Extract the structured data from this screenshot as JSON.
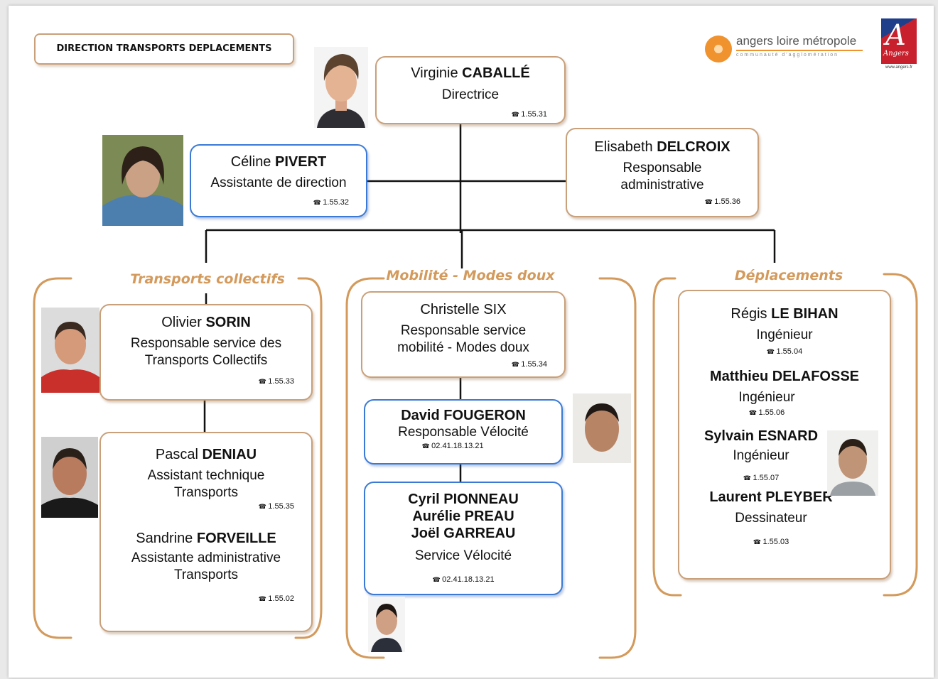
{
  "direction_label": "DIRECTION TRANSPORTS DEPLACEMENTS",
  "logo": {
    "name": "angers loire métropole",
    "subtitle": "communauté d'agglomération",
    "city_text": "Angers",
    "city_url": "www.angers.fr"
  },
  "colors": {
    "tan_border": "#c9a07a",
    "blue_border": "#3a7ad6",
    "section_title": "#d39a5c",
    "logo_orange": "#f0922e"
  },
  "phone_icon": "phone-icon",
  "director": {
    "first": "Virginie",
    "last": "CABALLÉ",
    "role": "Directrice",
    "phone": "1.55.31"
  },
  "assistant": {
    "first": "Céline",
    "last": "PIVERT",
    "role": "Assistante de direction",
    "phone": "1.55.32"
  },
  "admin": {
    "first": "Elisabeth",
    "last": "DELCROIX",
    "role_line1": "Responsable",
    "role_line2": "administrative",
    "phone": "1.55.36"
  },
  "sections": {
    "tc": {
      "title": "Transports collectifs",
      "sorin": {
        "first": "Olivier",
        "last": "SORIN",
        "role_line1": "Responsable service des",
        "role_line2": "Transports Collectifs",
        "phone": "1.55.33"
      },
      "deniau": {
        "first": "Pascal",
        "last": "DENIAU",
        "role_line1": "Assistant technique",
        "role_line2": "Transports",
        "phone": "1.55.35"
      },
      "forveille": {
        "first": "Sandrine",
        "last": "FORVEILLE",
        "role_line1": "Assistante administrative",
        "role_line2": "Transports",
        "phone": "1.55.02"
      }
    },
    "md": {
      "title": "Mobilité - Modes doux",
      "six": {
        "first": "Christelle",
        "last": "SIX",
        "role_line1": "Responsable service",
        "role_line2": "mobilité - Modes doux",
        "phone": "1.55.34"
      },
      "fougeron": {
        "first": "David",
        "last": "FOUGERON",
        "role": "Responsable Vélocité",
        "phone": "02.41.18.13.21"
      },
      "velocite": {
        "names": [
          "Cyril PIONNEAU",
          "Aurélie PREAU",
          "Joël GARREAU"
        ],
        "role": "Service Vélocité",
        "phone": "02.41.18.13.21"
      }
    },
    "dep": {
      "title": "Déplacements",
      "lebihan": {
        "first": "Régis",
        "last": "LE BIHAN",
        "role": "Ingénieur",
        "phone": "1.55.04"
      },
      "delafosse": {
        "first": "Matthieu",
        "last": "DELAFOSSE",
        "role": "Ingénieur",
        "phone": "1.55.06"
      },
      "esnard": {
        "first": "Sylvain",
        "last": "ESNARD",
        "role": "Ingénieur",
        "phone": "1.55.07"
      },
      "pleyber": {
        "first": "Laurent",
        "last": "PLEYBER",
        "role": "Dessinateur",
        "phone": "1.55.03"
      }
    }
  }
}
